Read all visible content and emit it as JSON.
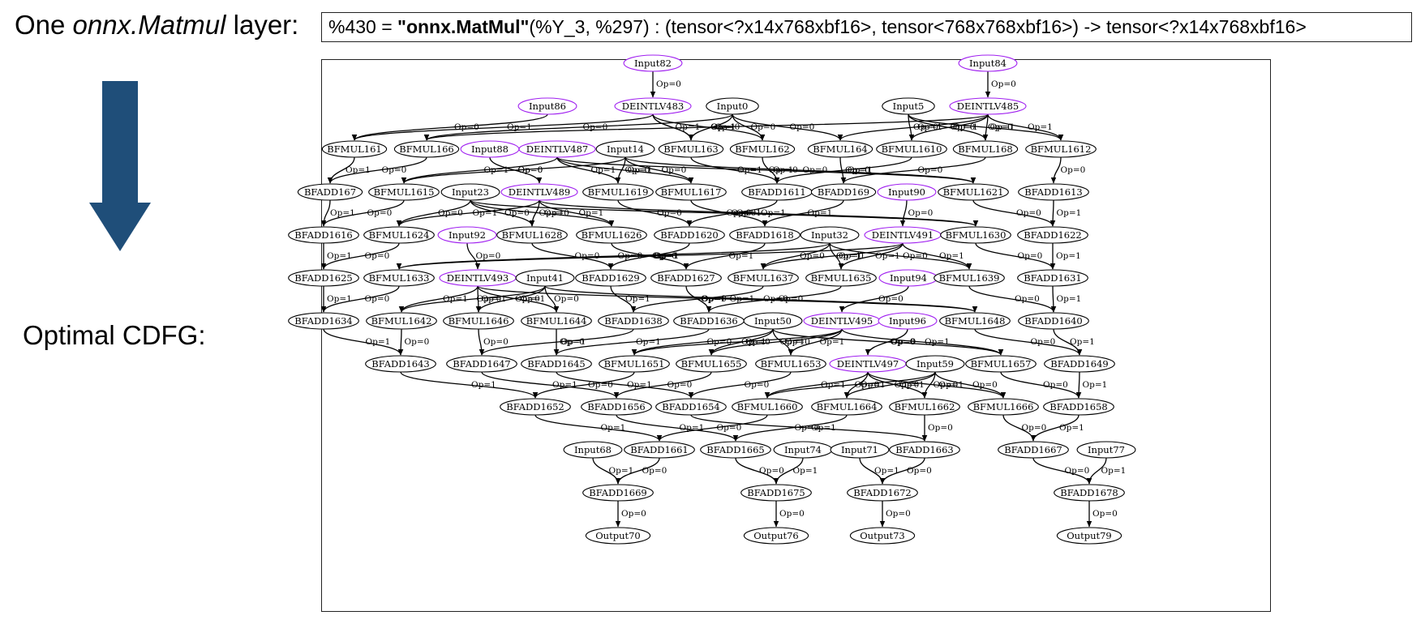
{
  "header": {
    "label_prefix": "One ",
    "label_italic": "onnx.Matmul",
    "label_suffix": " layer:",
    "code_pre": "%430 = ",
    "code_bold": "\"onnx.MatMul\"",
    "code_post": "(%Y_3, %297) : (tensor<?x14x768xbf16>, tensor<768x768xbf16>) -> tensor<?x14x768xbf16>"
  },
  "side": {
    "label": "Optimal CDFG:"
  },
  "colors": {
    "arrow": "#1f4e79",
    "input_node": "#a020f0",
    "node": "#000000"
  },
  "graph": {
    "nodes": [
      {
        "id": "Input82",
        "input": true
      },
      {
        "id": "Input84",
        "input": true
      },
      {
        "id": "Input86",
        "input": true
      },
      {
        "id": "DEINTLV483",
        "input": true
      },
      {
        "id": "Input0"
      },
      {
        "id": "Input5"
      },
      {
        "id": "DEINTLV485",
        "input": true
      },
      {
        "id": "BFMUL161"
      },
      {
        "id": "BFMUL166"
      },
      {
        "id": "Input88",
        "input": true
      },
      {
        "id": "DEINTLV487",
        "input": true
      },
      {
        "id": "Input14"
      },
      {
        "id": "BFMUL163"
      },
      {
        "id": "BFMUL162"
      },
      {
        "id": "BFMUL164"
      },
      {
        "id": "BFMUL1610"
      },
      {
        "id": "BFMUL168"
      },
      {
        "id": "BFMUL1612"
      },
      {
        "id": "BFADD167"
      },
      {
        "id": "BFMUL1615"
      },
      {
        "id": "Input23"
      },
      {
        "id": "DEINTLV489",
        "input": true
      },
      {
        "id": "BFMUL1619"
      },
      {
        "id": "BFMUL1617"
      },
      {
        "id": "BFADD1611"
      },
      {
        "id": "BFADD169"
      },
      {
        "id": "Input90",
        "input": true
      },
      {
        "id": "BFMUL1621"
      },
      {
        "id": "BFADD1613"
      },
      {
        "id": "BFADD1616"
      },
      {
        "id": "BFMUL1624"
      },
      {
        "id": "Input92",
        "input": true
      },
      {
        "id": "BFMUL1628"
      },
      {
        "id": "BFMUL1626"
      },
      {
        "id": "BFADD1620"
      },
      {
        "id": "BFADD1618"
      },
      {
        "id": "Input32"
      },
      {
        "id": "DEINTLV491",
        "input": true
      },
      {
        "id": "BFMUL1630"
      },
      {
        "id": "BFADD1622"
      },
      {
        "id": "BFADD1625"
      },
      {
        "id": "BFMUL1633"
      },
      {
        "id": "DEINTLV493",
        "input": true
      },
      {
        "id": "Input41"
      },
      {
        "id": "BFADD1629"
      },
      {
        "id": "BFADD1627"
      },
      {
        "id": "BFMUL1637"
      },
      {
        "id": "BFMUL1635"
      },
      {
        "id": "Input94",
        "input": true
      },
      {
        "id": "BFMUL1639"
      },
      {
        "id": "BFADD1631"
      },
      {
        "id": "BFADD1634"
      },
      {
        "id": "BFMUL1642"
      },
      {
        "id": "BFMUL1646"
      },
      {
        "id": "BFMUL1644"
      },
      {
        "id": "BFADD1638"
      },
      {
        "id": "BFADD1636"
      },
      {
        "id": "Input50"
      },
      {
        "id": "DEINTLV495",
        "input": true
      },
      {
        "id": "Input96",
        "input": true
      },
      {
        "id": "BFMUL1648"
      },
      {
        "id": "BFADD1640"
      },
      {
        "id": "BFADD1643"
      },
      {
        "id": "BFADD1647"
      },
      {
        "id": "BFADD1645"
      },
      {
        "id": "BFMUL1651"
      },
      {
        "id": "BFMUL1655"
      },
      {
        "id": "BFMUL1653"
      },
      {
        "id": "DEINTLV497",
        "input": true
      },
      {
        "id": "Input59"
      },
      {
        "id": "BFMUL1657"
      },
      {
        "id": "BFADD1649"
      },
      {
        "id": "BFADD1652"
      },
      {
        "id": "BFADD1656"
      },
      {
        "id": "BFADD1654"
      },
      {
        "id": "BFMUL1660"
      },
      {
        "id": "BFMUL1664"
      },
      {
        "id": "BFMUL1662"
      },
      {
        "id": "BFMUL1666"
      },
      {
        "id": "BFADD1658"
      },
      {
        "id": "Input68"
      },
      {
        "id": "BFADD1661"
      },
      {
        "id": "BFADD1665"
      },
      {
        "id": "Input74"
      },
      {
        "id": "Input71"
      },
      {
        "id": "BFADD1663"
      },
      {
        "id": "BFADD1667"
      },
      {
        "id": "Input77"
      },
      {
        "id": "BFADD1669"
      },
      {
        "id": "BFADD1675"
      },
      {
        "id": "BFADD1672"
      },
      {
        "id": "BFADD1678"
      },
      {
        "id": "Output70"
      },
      {
        "id": "Output76"
      },
      {
        "id": "Output73"
      },
      {
        "id": "Output79"
      }
    ],
    "edges": [
      [
        "Input82",
        "DEINTLV483",
        "Op=0"
      ],
      [
        "Input84",
        "DEINTLV485",
        "Op=0"
      ],
      [
        "Input86",
        "BFMUL161",
        "Op=0"
      ],
      [
        "DEINTLV483",
        "BFMUL161",
        "Op=1"
      ],
      [
        "DEINTLV483",
        "BFMUL163",
        "Op=1"
      ],
      [
        "DEINTLV483",
        "BFMUL162",
        "Op=1"
      ],
      [
        "Input0",
        "BFMUL166",
        "Op=0"
      ],
      [
        "Input0",
        "BFMUL163",
        "Op=0"
      ],
      [
        "Input0",
        "BFMUL162",
        "Op=0"
      ],
      [
        "Input0",
        "BFMUL164",
        "Op=0"
      ],
      [
        "DEINTLV485",
        "BFMUL166",
        "Op=1"
      ],
      [
        "DEINTLV485",
        "BFMUL164",
        "Op=1"
      ],
      [
        "DEINTLV485",
        "BFMUL1610",
        "Op=1"
      ],
      [
        "DEINTLV485",
        "BFMUL168",
        "Op=1"
      ],
      [
        "DEINTLV485",
        "BFMUL1612",
        "Op=1"
      ],
      [
        "Input5",
        "BFMUL1610",
        "Op=0"
      ],
      [
        "Input5",
        "BFMUL168",
        "Op=0"
      ],
      [
        "Input5",
        "BFMUL1612",
        "Op=0"
      ],
      [
        "BFMUL161",
        "BFADD167",
        "Op=1"
      ],
      [
        "BFMUL166",
        "BFADD167",
        "Op=0"
      ],
      [
        "Input88",
        "DEINTLV489",
        "Op=0"
      ],
      [
        "DEINTLV487",
        "BFMUL1615",
        "Op=1"
      ],
      [
        "DEINTLV487",
        "BFMUL1619",
        "Op=1"
      ],
      [
        "DEINTLV487",
        "BFMUL1617",
        "Op=1"
      ],
      [
        "DEINTLV487",
        "BFMUL1621",
        "Op=1"
      ],
      [
        "Input14",
        "BFMUL1615",
        "Op=0"
      ],
      [
        "Input14",
        "BFMUL1619",
        "Op=0"
      ],
      [
        "Input14",
        "BFMUL1617",
        "Op=0"
      ],
      [
        "Input14",
        "BFMUL1621",
        "Op=0"
      ],
      [
        "BFMUL163",
        "BFADD1611",
        "Op=1"
      ],
      [
        "BFMUL162",
        "BFADD1611",
        "Op=0"
      ],
      [
        "BFMUL164",
        "BFADD169",
        "Op=0"
      ],
      [
        "BFMUL1610",
        "BFADD1611",
        "Op=1"
      ],
      [
        "BFMUL168",
        "BFADD169",
        "Op=0"
      ],
      [
        "BFMUL1612",
        "BFADD1613",
        "Op=0"
      ],
      [
        "BFADD167",
        "BFADD1616",
        "Op=1"
      ],
      [
        "BFMUL1615",
        "BFADD1616",
        "Op=0"
      ],
      [
        "Input23",
        "BFMUL1624",
        "Op=0"
      ],
      [
        "Input23",
        "BFMUL1628",
        "Op=0"
      ],
      [
        "Input23",
        "BFMUL1626",
        "Op=0"
      ],
      [
        "Input23",
        "BFMUL1630",
        "Op=0"
      ],
      [
        "DEINTLV489",
        "BFMUL1624",
        "Op=1"
      ],
      [
        "DEINTLV489",
        "BFMUL1628",
        "Op=1"
      ],
      [
        "DEINTLV489",
        "BFMUL1626",
        "Op=1"
      ],
      [
        "DEINTLV489",
        "BFMUL1630",
        "Op=1"
      ],
      [
        "BFMUL1619",
        "BFADD1620",
        "Op=0"
      ],
      [
        "BFMUL1617",
        "BFADD1618",
        "Op=0"
      ],
      [
        "BFADD1611",
        "BFADD1620",
        "Op=1"
      ],
      [
        "BFADD169",
        "BFADD1618",
        "Op=1"
      ],
      [
        "Input90",
        "DEINTLV491",
        "Op=0"
      ],
      [
        "BFMUL1621",
        "BFADD1622",
        "Op=0"
      ],
      [
        "BFADD1613",
        "BFADD1622",
        "Op=1"
      ],
      [
        "BFADD1616",
        "BFADD1625",
        "Op=1"
      ],
      [
        "BFMUL1624",
        "BFADD1625",
        "Op=0"
      ],
      [
        "Input92",
        "DEINTLV493",
        "Op=0"
      ],
      [
        "BFMUL1628",
        "BFADD1629",
        "Op=0"
      ],
      [
        "BFMUL1626",
        "BFADD1627",
        "Op=0"
      ],
      [
        "BFADD1620",
        "BFADD1629",
        "Op=1"
      ],
      [
        "BFADD1618",
        "BFADD1627",
        "Op=1"
      ],
      [
        "Input32",
        "BFMUL1633",
        "Op=0"
      ],
      [
        "Input32",
        "BFMUL1637",
        "Op=0"
      ],
      [
        "Input32",
        "BFMUL1635",
        "Op=0"
      ],
      [
        "Input32",
        "BFMUL1639",
        "Op=0"
      ],
      [
        "DEINTLV491",
        "BFMUL1633",
        "Op=1"
      ],
      [
        "DEINTLV491",
        "BFMUL1637",
        "Op=1"
      ],
      [
        "DEINTLV491",
        "BFMUL1635",
        "Op=1"
      ],
      [
        "DEINTLV491",
        "BFMUL1639",
        "Op=1"
      ],
      [
        "BFMUL1630",
        "BFADD1631",
        "Op=0"
      ],
      [
        "BFADD1622",
        "BFADD1631",
        "Op=1"
      ],
      [
        "BFADD1625",
        "BFADD1634",
        "Op=1"
      ],
      [
        "BFMUL1633",
        "BFADD1634",
        "Op=0"
      ],
      [
        "DEINTLV493",
        "BFMUL1642",
        "Op=1"
      ],
      [
        "DEINTLV493",
        "BFMUL1646",
        "Op=1"
      ],
      [
        "DEINTLV493",
        "BFMUL1644",
        "Op=1"
      ],
      [
        "DEINTLV493",
        "BFMUL1648",
        "Op=1"
      ],
      [
        "Input41",
        "BFMUL1642",
        "Op=0"
      ],
      [
        "Input41",
        "BFMUL1646",
        "Op=0"
      ],
      [
        "Input41",
        "BFMUL1644",
        "Op=0"
      ],
      [
        "Input41",
        "BFMUL1648",
        "Op=0"
      ],
      [
        "BFADD1629",
        "BFADD1638",
        "Op=1"
      ],
      [
        "BFADD1627",
        "BFADD1636",
        "Op=1"
      ],
      [
        "BFMUL1637",
        "BFADD1638",
        "Op=0"
      ],
      [
        "BFMUL1635",
        "BFADD1636",
        "Op=0"
      ],
      [
        "Input94",
        "DEINTLV495",
        "Op=0"
      ],
      [
        "BFMUL1639",
        "BFADD1640",
        "Op=0"
      ],
      [
        "BFADD1631",
        "BFADD1640",
        "Op=1"
      ],
      [
        "BFADD1634",
        "BFADD1643",
        "Op=1"
      ],
      [
        "BFMUL1642",
        "BFADD1643",
        "Op=0"
      ],
      [
        "BFMUL1646",
        "BFADD1647",
        "Op=0"
      ],
      [
        "BFMUL1644",
        "BFADD1645",
        "Op=0"
      ],
      [
        "BFADD1638",
        "BFADD1647",
        "Op=1"
      ],
      [
        "BFADD1636",
        "BFADD1645",
        "Op=1"
      ],
      [
        "Input50",
        "BFMUL1651",
        "Op=0"
      ],
      [
        "Input50",
        "BFMUL1655",
        "Op=0"
      ],
      [
        "Input50",
        "BFMUL1653",
        "Op=0"
      ],
      [
        "Input50",
        "BFMUL1657",
        "Op=0"
      ],
      [
        "DEINTLV495",
        "BFMUL1651",
        "Op=1"
      ],
      [
        "DEINTLV495",
        "BFMUL1655",
        "Op=1"
      ],
      [
        "DEINTLV495",
        "BFMUL1653",
        "Op=1"
      ],
      [
        "DEINTLV495",
        "BFMUL1657",
        "Op=1"
      ],
      [
        "Input96",
        "DEINTLV497",
        "Op=0"
      ],
      [
        "BFMUL1648",
        "BFADD1649",
        "Op=0"
      ],
      [
        "BFADD1640",
        "BFADD1649",
        "Op=1"
      ],
      [
        "BFADD1643",
        "BFADD1652",
        "Op=1"
      ],
      [
        "BFADD1647",
        "BFADD1656",
        "Op=1"
      ],
      [
        "BFADD1645",
        "BFADD1654",
        "Op=1"
      ],
      [
        "BFMUL1651",
        "BFADD1652",
        "Op=0"
      ],
      [
        "BFMUL1655",
        "BFADD1656",
        "Op=0"
      ],
      [
        "BFMUL1653",
        "BFADD1654",
        "Op=0"
      ],
      [
        "DEINTLV497",
        "BFMUL1660",
        "Op=1"
      ],
      [
        "DEINTLV497",
        "BFMUL1664",
        "Op=1"
      ],
      [
        "DEINTLV497",
        "BFMUL1662",
        "Op=1"
      ],
      [
        "DEINTLV497",
        "BFMUL1666",
        "Op=1"
      ],
      [
        "Input59",
        "BFMUL1660",
        "Op=0"
      ],
      [
        "Input59",
        "BFMUL1664",
        "Op=0"
      ],
      [
        "Input59",
        "BFMUL1662",
        "Op=0"
      ],
      [
        "Input59",
        "BFMUL1666",
        "Op=0"
      ],
      [
        "BFMUL1657",
        "BFADD1658",
        "Op=0"
      ],
      [
        "BFADD1649",
        "BFADD1658",
        "Op=1"
      ],
      [
        "BFADD1652",
        "BFADD1661",
        "Op=1"
      ],
      [
        "BFMUL1660",
        "BFADD1661",
        "Op=0"
      ],
      [
        "BFADD1656",
        "BFADD1665",
        "Op=1"
      ],
      [
        "BFMUL1664",
        "BFADD1665",
        "Op=0"
      ],
      [
        "BFADD1654",
        "BFADD1663",
        "Op=1"
      ],
      [
        "BFMUL1662",
        "BFADD1663",
        "Op=0"
      ],
      [
        "BFMUL1666",
        "BFADD1667",
        "Op=0"
      ],
      [
        "BFADD1658",
        "BFADD1667",
        "Op=1"
      ],
      [
        "Input68",
        "BFADD1669",
        "Op=1"
      ],
      [
        "BFADD1661",
        "BFADD1669",
        "Op=0"
      ],
      [
        "BFADD1665",
        "BFADD1675",
        "Op=0"
      ],
      [
        "Input74",
        "BFADD1675",
        "Op=1"
      ],
      [
        "Input71",
        "BFADD1672",
        "Op=1"
      ],
      [
        "BFADD1663",
        "BFADD1672",
        "Op=0"
      ],
      [
        "BFADD1667",
        "BFADD1678",
        "Op=0"
      ],
      [
        "Input77",
        "BFADD1678",
        "Op=1"
      ],
      [
        "BFADD1669",
        "Output70",
        "Op=0"
      ],
      [
        "BFADD1675",
        "Output76",
        "Op=0"
      ],
      [
        "BFADD1672",
        "Output73",
        "Op=0"
      ],
      [
        "BFADD1678",
        "Output79",
        "Op=0"
      ]
    ]
  }
}
